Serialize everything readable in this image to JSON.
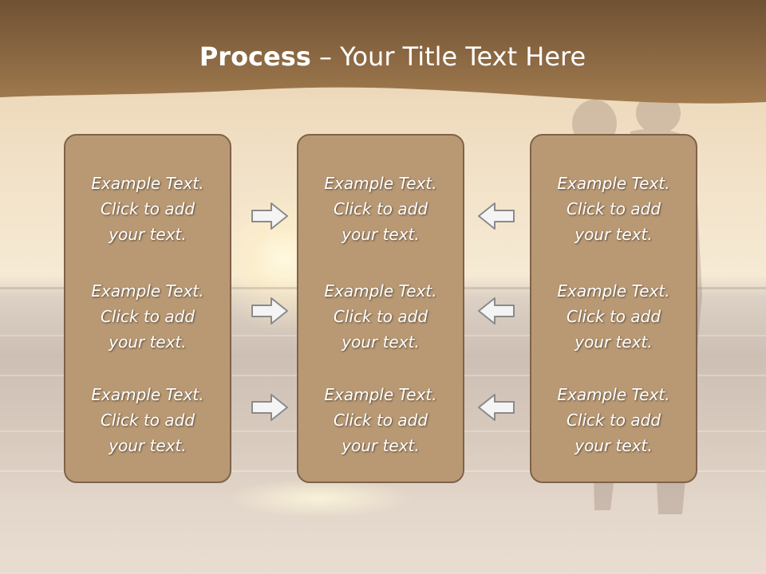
{
  "slide": {
    "title_bold": "Process",
    "title_rest": " – Your Title Text Here"
  },
  "columns": [
    {
      "items": [
        "Example Text.\nClick  to add\nyour text.",
        "Example Text.\nClick  to add\nyour text.",
        "Example Text.\nClick  to add\nyour text."
      ]
    },
    {
      "items": [
        "Example Text.\nClick  to add\nyour text.",
        "Example Text.\nClick  to add\nyour text.",
        "Example Text.\nClick  to add\nyour text."
      ]
    },
    {
      "items": [
        "Example Text.\nClick  to add\nyour text.",
        "Example Text.\nClick  to add\nyour text.",
        "Example Text.\nClick  to add\nyour text."
      ]
    }
  ],
  "arrows": {
    "left_group": "arrow-right-icon",
    "right_group": "arrow-left-icon"
  },
  "colors": {
    "header": "#8e6a43",
    "box_fill": "#b99974",
    "box_border": "#7e6349"
  }
}
